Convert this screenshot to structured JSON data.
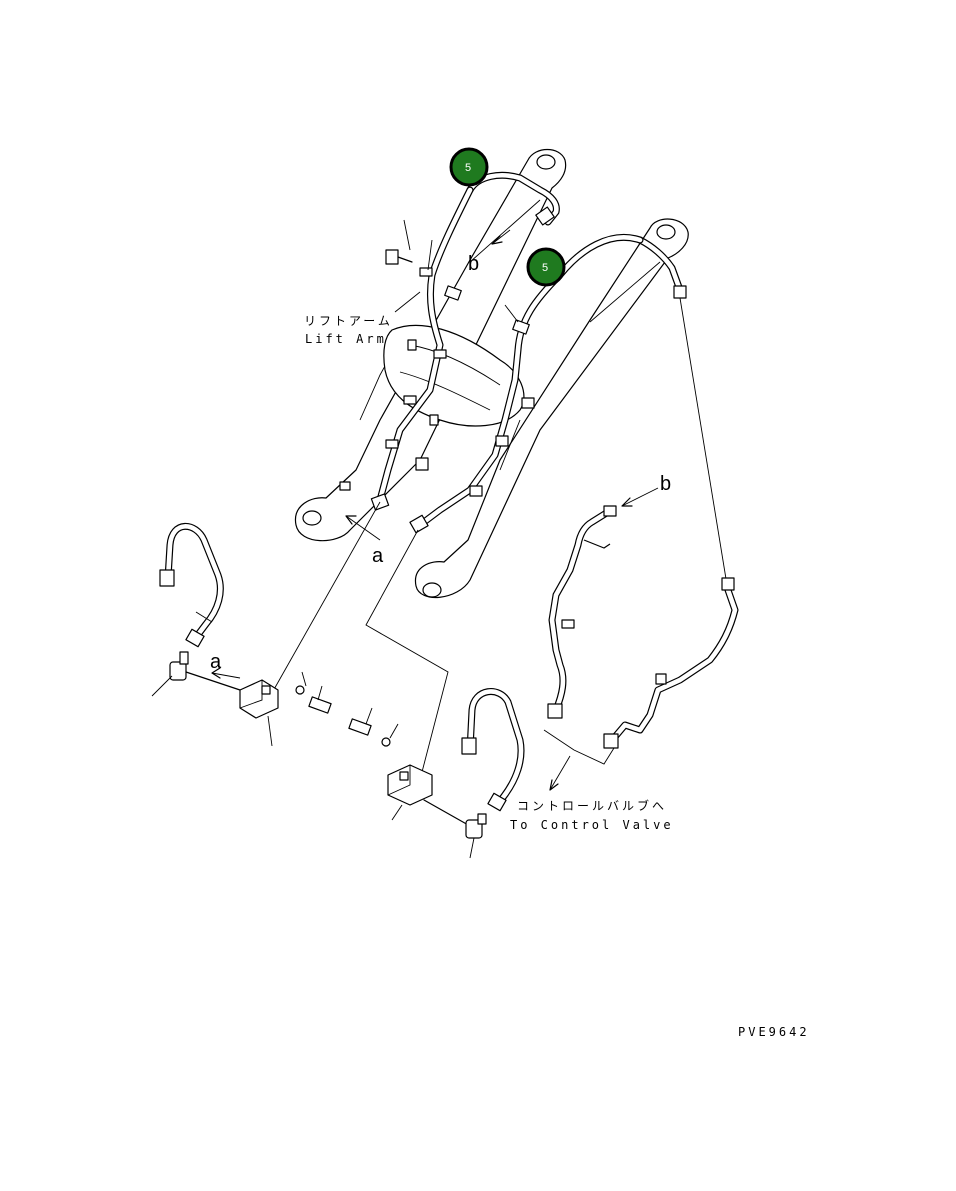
{
  "callouts": {
    "part_number_1": "5",
    "part_number_2": "5"
  },
  "labels": {
    "lift_arm_jp": "リフトアーム",
    "lift_arm_en": "Lift Arm",
    "control_valve_jp": "コントロールバルブへ",
    "control_valve_en": "To Control Valve",
    "view_a_top": "a",
    "view_a_left": "a",
    "view_b_top": "b",
    "view_b_right": "b",
    "drawing_code": "PVE9642"
  },
  "colors": {
    "callout_fill": "#1f7a1f",
    "callout_ring": "#000000",
    "line": "#000000",
    "background": "#ffffff"
  }
}
